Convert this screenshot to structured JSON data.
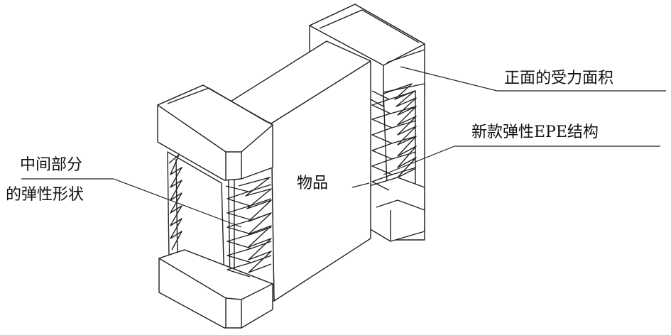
{
  "labels": {
    "front_area": "正面的受力面积",
    "epe_structure": "新款弹性EPE结构",
    "item": "物品",
    "middle_line1": "中间部分",
    "middle_line2": "的弹性形状"
  }
}
